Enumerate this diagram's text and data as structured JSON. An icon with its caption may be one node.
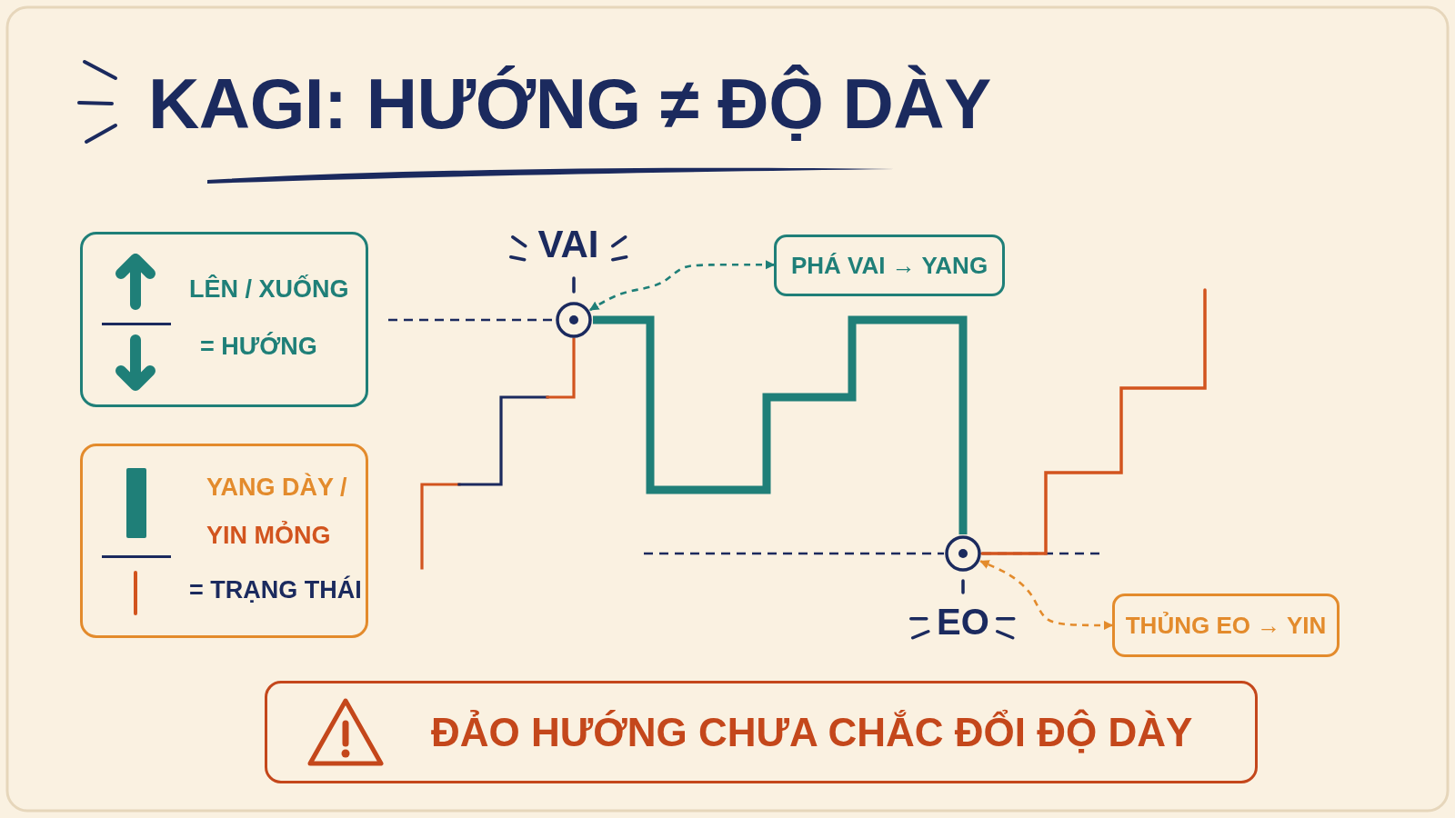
{
  "diagram": {
    "title": "KAGI: HƯỚNG ≠ ĐỘ DÀY",
    "nodes": [
      {
        "text": [
          "LÊN / XUỐNG",
          "= HƯỚNG"
        ]
      },
      {
        "text": [
          "YANG DÀY /",
          "YIN MỎNG",
          "= TRẠNG THÁI"
        ]
      },
      {
        "text": [],
        "shape": "circle",
        "beside": [
          "VAI"
        ]
      },
      {
        "text": [
          "PHÁ VAI → YANG"
        ]
      },
      {
        "text": [],
        "shape": "circle",
        "beside": [
          "EO"
        ]
      },
      {
        "text": [
          "THỦNG EO → YIN"
        ]
      },
      {
        "text": [
          "ĐẢO HƯỚNG CHƯA CHẮC ĐỔI ĐỘ DÀY"
        ]
      }
    ],
    "edges": [
      {
        "from": 3,
        "to": 2,
        "arrow": "both",
        "style": "dashed",
        "color": "#1f7f78"
      },
      {
        "from": 2,
        "to": 4,
        "arrow": "none",
        "style": "thick",
        "color": "#1f7f78"
      },
      {
        "from": 5,
        "to": 4,
        "arrow": "both",
        "style": "dashed",
        "color": "#e38b2c"
      }
    ]
  }
}
